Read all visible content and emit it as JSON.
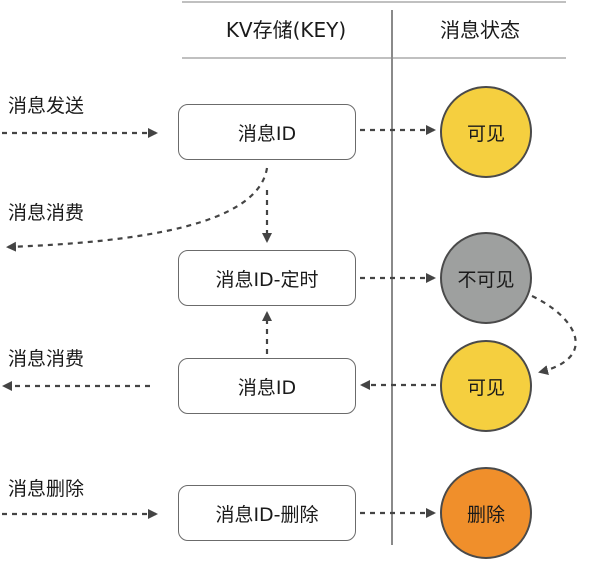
{
  "headers": {
    "kv_column": "KV存储(KEY)",
    "status_column": "消息状态"
  },
  "side_labels": {
    "send": "消息发送",
    "consume_1": "消息消费",
    "consume_2": "消息消费",
    "delete": "消息删除"
  },
  "kv_boxes": {
    "msg_id_1": "消息ID",
    "msg_id_timer": "消息ID-定时",
    "msg_id_2": "消息ID",
    "msg_id_delete": "消息ID-删除"
  },
  "states": [
    {
      "label": "可见",
      "color": "#f5cf3f"
    },
    {
      "label": "不可见",
      "color": "#9ea09f"
    },
    {
      "label": "可见",
      "color": "#f5cf3f"
    },
    {
      "label": "删除",
      "color": "#f08f2b"
    }
  ]
}
